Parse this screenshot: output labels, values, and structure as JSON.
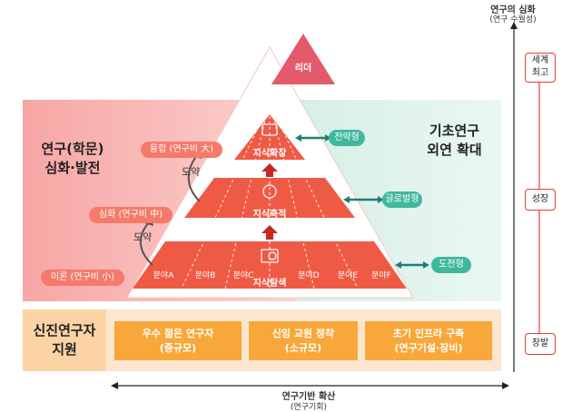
{
  "left_panel": {
    "title_line1": "연구(학문)",
    "title_line2": "심화·발전"
  },
  "right_panel": {
    "title_line1": "기초연구",
    "title_line2": "외연 확대"
  },
  "pyramid": {
    "apex": "리더",
    "layers": [
      {
        "label": "지식확장"
      },
      {
        "label": "지식축적"
      },
      {
        "label": "지식탐색"
      }
    ],
    "fields": [
      "분야A",
      "분야B",
      "분야C",
      "분야D",
      "분야E",
      "분야F"
    ]
  },
  "left_pills": [
    {
      "label": "융합 (연구비 大)"
    },
    {
      "label": "심화 (연구비 中)"
    },
    {
      "label": "이론 (연구비 小)"
    }
  ],
  "leap_labels": [
    "도약",
    "도약"
  ],
  "right_pills": [
    {
      "label": "전략형"
    },
    {
      "label": "글로벌형"
    },
    {
      "label": "도전형"
    }
  ],
  "support": {
    "title_line1": "신진연구자",
    "title_line2": "지원",
    "boxes": [
      {
        "line1": "우수 젊은 연구자",
        "line2": "(중규모)"
      },
      {
        "line1": "신임 교원 정착",
        "line2": "(소규모)"
      },
      {
        "line1": "초기 인프라 구축",
        "line2": "(연구기설·장비)"
      }
    ]
  },
  "vertical_axis": {
    "title": "연구의 심화",
    "subtitle": "(연구 수월성)"
  },
  "horizontal_axis": {
    "title": "연구기반 확산",
    "subtitle": "(연구기회)"
  },
  "stages": [
    {
      "line1": "세계",
      "line2": "최고"
    },
    {
      "line1": "성장"
    },
    {
      "line1": "창발"
    }
  ],
  "colors": {
    "coral": "#f47a6b",
    "red": "#e8483f",
    "apex": "#e35a6a",
    "green": "#3fb89e",
    "orange": "#f8a73a"
  }
}
